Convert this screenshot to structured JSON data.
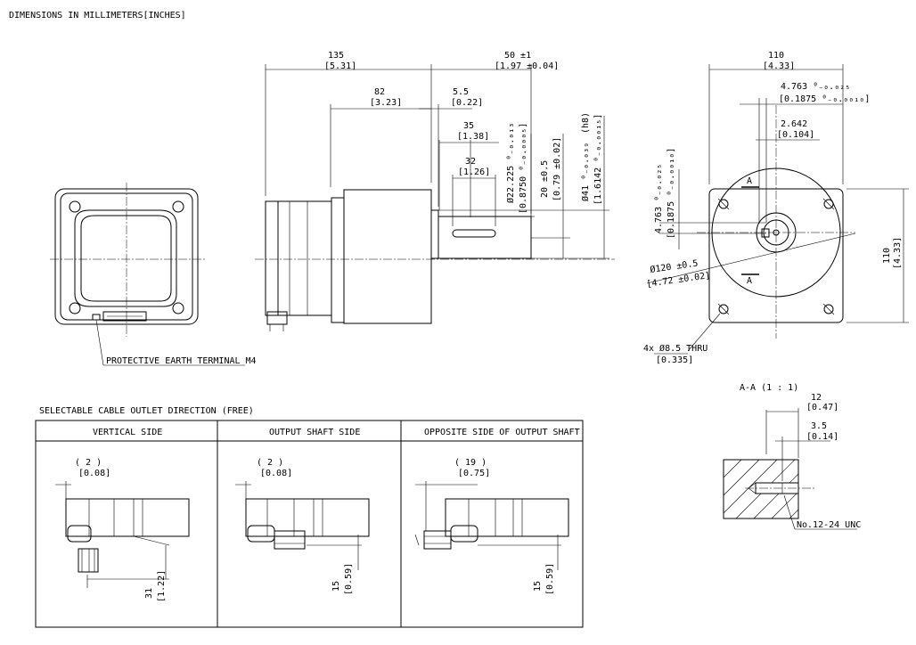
{
  "header": {
    "units_note": "DIMENSIONS IN MILLIMETERS[INCHES]"
  },
  "side_view": {
    "overall_length": {
      "mm": "135",
      "in": "[5.31]"
    },
    "body_length": {
      "mm": "82",
      "in": "[3.23]"
    },
    "shaft_length": {
      "mm": "50 ±1",
      "in": "[1.97 ±0.04]"
    },
    "shoulder": {
      "mm": "5.5",
      "in": "[0.22]"
    },
    "shaft_35": {
      "mm": "35",
      "in": "[1.38]"
    },
    "key_length": {
      "mm": "32",
      "in": "[1.26]"
    },
    "shaft_dia": {
      "mm": "Ø22.225 ⁰₋₀.₀₁₃",
      "in": "[0.8750 ⁰₋₀.₀₀₀₅]"
    },
    "shaft_offset": {
      "mm": "20 ±0.5",
      "in": "[0.79 ±0.02]"
    },
    "pilot_dia": {
      "mm": "Ø41 ⁰₋₀.₀₃₉",
      "in": "[1.6142 ⁰₋₀.₀₀₁₅]",
      "fit": "(h8)"
    }
  },
  "rear_view": {
    "earth_terminal": "PROTECTIVE EARTH TERMINAL M4"
  },
  "front_view": {
    "width": {
      "mm": "110",
      "in": "[4.33]"
    },
    "height": {
      "mm": "110",
      "in": "[4.33]"
    },
    "key_width": {
      "mm": "4.763 ⁰₋₀.₀₂₅",
      "in": "[0.1875 ⁰₋₀.₀₀₁₀]"
    },
    "key_height": {
      "mm": "2.642",
      "in": "[0.104]"
    },
    "key_depth": {
      "mm": "4.763 ⁰₋₀.₀₂₅",
      "in": "[0.1875 ⁰₋₀.₀₀₁₀]"
    },
    "bolt_circle": {
      "mm": "Ø120 ±0.5",
      "in": "[4.72 ±0.02]"
    },
    "holes": {
      "mm": "4x Ø8.5 THRU",
      "in": "[0.335]"
    },
    "section_mark": "A"
  },
  "section_aa": {
    "title": "A-A (1 : 1)",
    "depth_12": {
      "mm": "12",
      "in": "[0.47]"
    },
    "depth_35": {
      "mm": "3.5",
      "in": "[0.14]"
    },
    "thread": "No.12-24 UNC"
  },
  "cable_table": {
    "title": "SELECTABLE CABLE OUTLET DIRECTION (FREE)",
    "columns": [
      {
        "header": "VERTICAL SIDE",
        "dim_a": "( 2 )",
        "dim_a_in": "[0.08]",
        "dim_b": "31",
        "dim_b_in": "[1.22]"
      },
      {
        "header": "OUTPUT SHAFT SIDE",
        "dim_a": "( 2 )",
        "dim_a_in": "[0.08]",
        "dim_b": "15",
        "dim_b_in": "[0.59]"
      },
      {
        "header": "OPPOSITE SIDE OF OUTPUT SHAFT",
        "dim_a": "( 19 )",
        "dim_a_in": "[0.75]",
        "dim_b": "15",
        "dim_b_in": "[0.59]"
      }
    ]
  }
}
